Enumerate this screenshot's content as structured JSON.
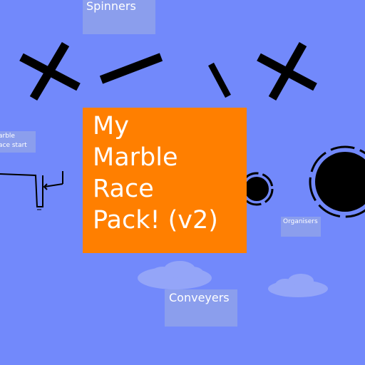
{
  "title": {
    "lines": [
      "My",
      "Marble",
      "Race",
      "Pack! (v2)"
    ]
  },
  "labels": {
    "spinners": "Spinners",
    "race_start": [
      "arble",
      "ace start"
    ],
    "organisers": "Organisers",
    "conveyers": "Conveyers"
  },
  "colors": {
    "background": "#7289fb",
    "title_card": "#ff7f00",
    "label_box": "#a0afe1",
    "obstacle": "#000000"
  }
}
